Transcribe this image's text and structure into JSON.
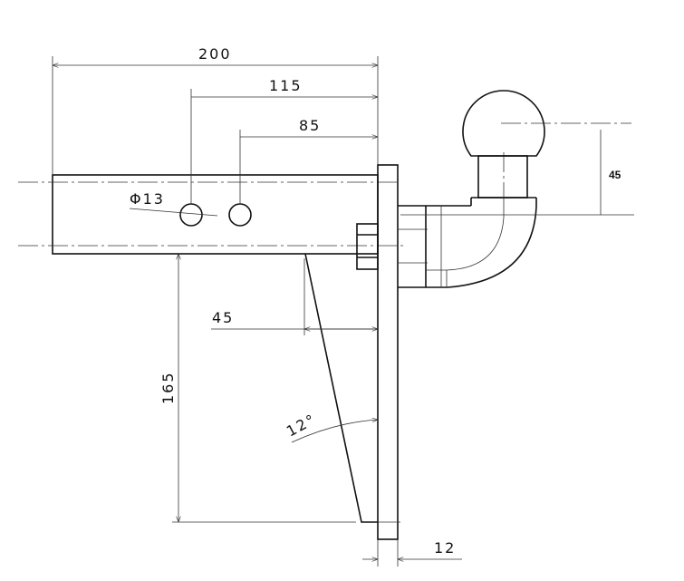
{
  "dimensions": {
    "overall_length": "200",
    "hole1_distance": "115",
    "hole2_distance": "85",
    "hole_diameter": "Φ13",
    "ball_height": "45",
    "gusset_offset": "45",
    "plate_height": "165",
    "gusset_angle": "12°",
    "plate_thickness": "12"
  }
}
